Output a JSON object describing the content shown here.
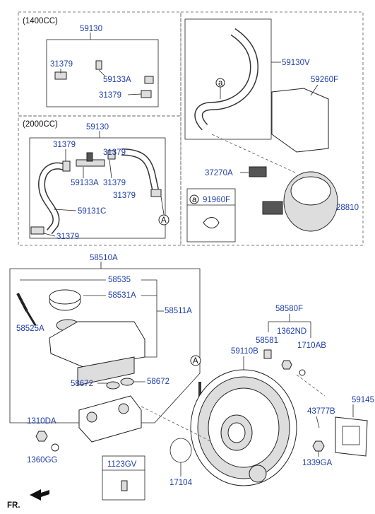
{
  "sections": {
    "engine_1400": "(1400CC)",
    "engine_2000": "(2000CC)"
  },
  "labels": {
    "p59130_top": "59130",
    "p31379_a": "31379",
    "p59133A_top": "59133A",
    "p31379_b": "31379",
    "p59130_mid": "59130",
    "p31379_c": "31379",
    "p31379_d": "31379",
    "p59133A_mid": "59133A",
    "p31379_e": "31379",
    "p59131C": "59131C",
    "p31379_f": "31379",
    "p59130V": "59130V",
    "p59260F": "59260F",
    "p37270A": "37270A",
    "p91960F": "91960F",
    "p28810": "28810",
    "p58510A": "58510A",
    "p58535": "58535",
    "p58531A": "58531A",
    "p58511A": "58511A",
    "p58525A": "58525A",
    "p58580F": "58580F",
    "p1362ND": "1362ND",
    "p58581": "58581",
    "p1710AB": "1710AB",
    "p59110B": "59110B",
    "p58672_l": "58672",
    "p58672_r": "58672",
    "p59145": "59145",
    "p43777B": "43777B",
    "p1310DA": "1310DA",
    "p1360GG": "1360GG",
    "p1339GA": "1339GA",
    "p1123GV": "1123GV",
    "p17104": "17104"
  },
  "callouts": {
    "a1": "a",
    "a2": "a",
    "A1": "A",
    "A2": "A"
  },
  "front_label": "FR."
}
